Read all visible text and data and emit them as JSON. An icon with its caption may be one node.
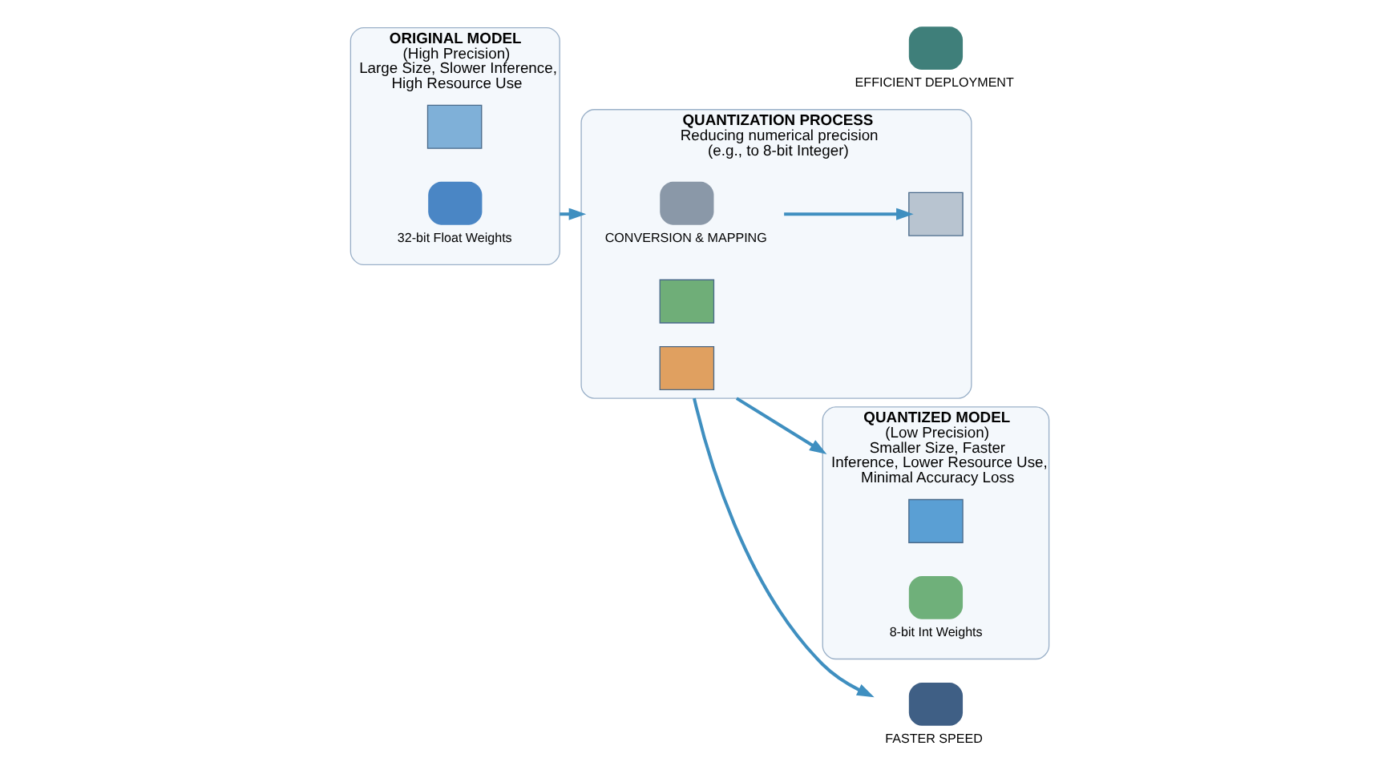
{
  "diagram": {
    "nodes": [
      {
        "text": [
          "ORIGINAL MODEL",
          "(High Precision)",
          "Large Size, Slower Inference, High Resource Use"
        ]
      },
      {
        "text": [],
        "shape": "box",
        "in": 0
      },
      {
        "text": [],
        "shape": "box",
        "in": 0,
        "beside": [
          "32-bit Float Weights"
        ]
      },
      {
        "text": [
          "QUANTIZATION PROCESS",
          "Reducing numerical precision (e.g., to 8-bit Integer)"
        ]
      },
      {
        "text": [],
        "shape": "box",
        "in": 3,
        "beside": [
          "CONVERSION & MAPPING"
        ]
      },
      {
        "text": [],
        "shape": "box",
        "in": 3
      },
      {
        "text": [],
        "shape": "box",
        "in": 3
      },
      {
        "text": [],
        "shape": "box",
        "in": 3
      },
      {
        "text": [
          "QUANTIZED MODEL",
          "(Low Precision)",
          "Smaller Size, Faster Inference, Lower Resource Use, Minimal Accuracy Loss"
        ]
      },
      {
        "text": [],
        "shape": "box",
        "in": 8
      },
      {
        "text": [],
        "shape": "box",
        "in": 8,
        "beside": [
          "8-bit Int Weights"
        ]
      },
      {
        "text": [],
        "shape": "box",
        "beside": [
          "FASTER SPEED"
        ]
      },
      {
        "text": [],
        "shape": "box",
        "beside": [
          "EFFICIENT DEPLOYMENT"
        ]
      }
    ],
    "edges": [
      {
        "from": 0,
        "to": 3,
        "arrow": "to"
      },
      {
        "from": 4,
        "to": 6,
        "arrow": "to"
      },
      {
        "from": 3,
        "to": 8,
        "arrow": "to"
      },
      {
        "from": 3,
        "to": 11,
        "arrow": "to"
      }
    ]
  }
}
